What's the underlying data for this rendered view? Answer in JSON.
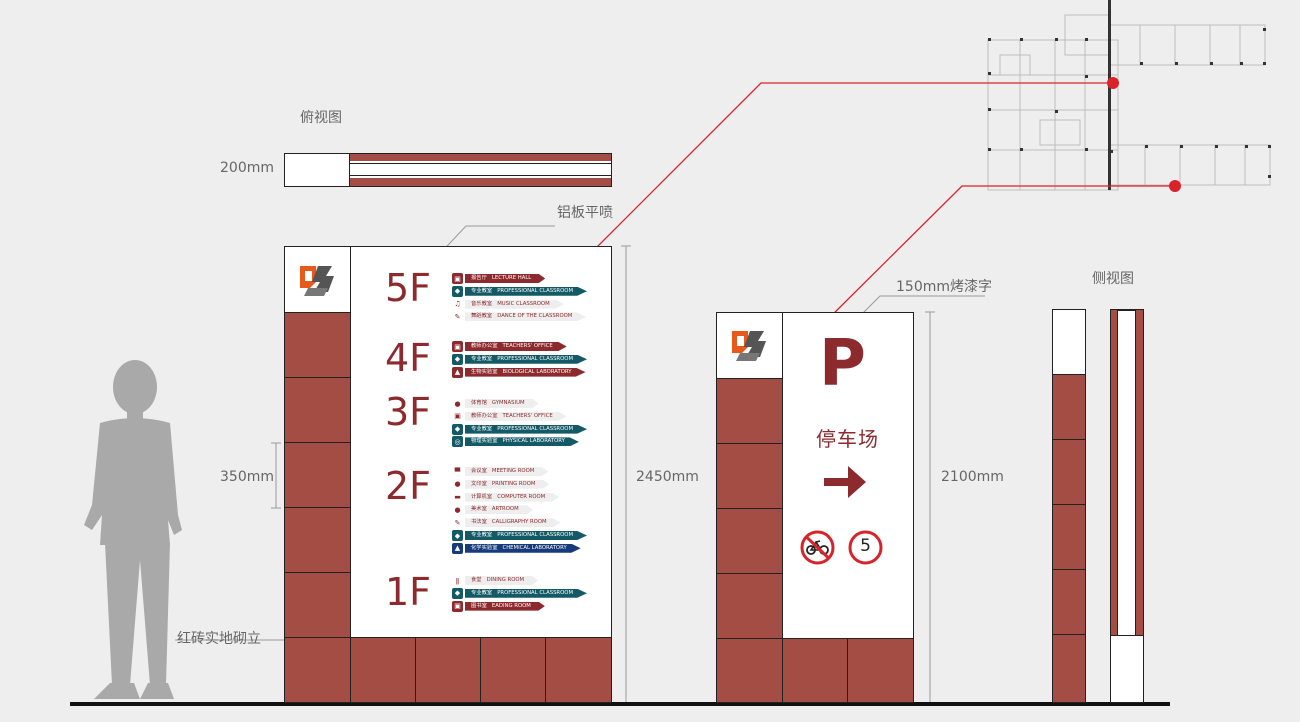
{
  "labels": {
    "top_view": "俯视图",
    "depth_200": "200mm",
    "material": "铝板平喷",
    "brick_height": "350mm",
    "height_main": "2450mm",
    "brick_base": "红砖实地砌立",
    "lacquer_text": "150mm烤漆字",
    "side_view": "侧视图",
    "height_parking": "2100mm"
  },
  "parking": {
    "letter": "P",
    "text": "停车场",
    "speed_limit": "5"
  },
  "floors": [
    {
      "label": "5F",
      "rooms": [
        {
          "cn": "报告厅",
          "en": "LECTURE HALL",
          "style": "red",
          "icon": "▣"
        },
        {
          "cn": "专业教室",
          "en": "PROFESSIONAL CLASSROOM",
          "style": "teal",
          "icon": "◆"
        },
        {
          "cn": "音乐教室",
          "en": "MUSIC CLASSROOM",
          "style": "plain",
          "icon": "♫"
        },
        {
          "cn": "舞蹈教室",
          "en": "DANCE OF THE CLASSROOM",
          "style": "plain",
          "icon": "✎"
        }
      ]
    },
    {
      "label": "4F",
      "rooms": [
        {
          "cn": "教师办公室",
          "en": "TEACHERS' OFFICE",
          "style": "red",
          "icon": "▣"
        },
        {
          "cn": "专业教室",
          "en": "PROFESSIONAL CLASSROOM",
          "style": "teal",
          "icon": "◆"
        },
        {
          "cn": "生物实验室",
          "en": "BIOLOGICAL LABORATORY",
          "style": "red",
          "icon": "▲"
        }
      ]
    },
    {
      "label": "3F",
      "rooms": [
        {
          "cn": "体育馆",
          "en": "GYMNASIUM",
          "style": "plain",
          "icon": "●"
        },
        {
          "cn": "教师办公室",
          "en": "TEACHERS' OFFICE",
          "style": "plain",
          "icon": "▣"
        },
        {
          "cn": "专业教室",
          "en": "PROFESSIONAL CLASSROOM",
          "style": "teal",
          "icon": "◆"
        },
        {
          "cn": "物理实验室",
          "en": "PHYSICAL LABORATORY",
          "style": "teal",
          "icon": "◎"
        }
      ]
    },
    {
      "label": "2F",
      "rooms": [
        {
          "cn": "会议室",
          "en": "MEETING ROOM",
          "style": "plain",
          "icon": "▀"
        },
        {
          "cn": "文印室",
          "en": "PRINTING ROOM",
          "style": "plain",
          "icon": "●"
        },
        {
          "cn": "计算机室",
          "en": "COMPUTER ROOM",
          "style": "plain",
          "icon": "▬"
        },
        {
          "cn": "美术室",
          "en": "ARTROOM",
          "style": "plain",
          "icon": "●"
        },
        {
          "cn": "书法室",
          "en": "CALLIGRAPHY ROOM",
          "style": "plain",
          "icon": "✎"
        },
        {
          "cn": "专业教室",
          "en": "PROFESSIONAL CLASSROOM",
          "style": "teal",
          "icon": "◆"
        },
        {
          "cn": "化学实验室",
          "en": "CHEMICAL LABORATORY",
          "style": "navy",
          "icon": "▲"
        }
      ]
    },
    {
      "label": "1F",
      "rooms": [
        {
          "cn": "食堂",
          "en": "DINING ROOM",
          "style": "plain",
          "icon": "ǁ"
        },
        {
          "cn": "专业教室",
          "en": "PROFESSIONAL CLASSROOM",
          "style": "teal",
          "icon": "◆"
        },
        {
          "cn": "图书室",
          "en": "EADING ROOM",
          "style": "red",
          "icon": "▣"
        }
      ]
    }
  ],
  "colors": {
    "brick": "#a34d44",
    "accent_red": "#8c2a2d",
    "teal": "#135a66",
    "navy": "#173a7a",
    "leader_line": "#d9232a",
    "logo_orange": "#e85a1b"
  },
  "icons": [
    "person-silhouette",
    "school-logo-icon",
    "arrow-right-icon",
    "no-bicycle-icon",
    "speed-limit-icon",
    "floor-plan"
  ]
}
